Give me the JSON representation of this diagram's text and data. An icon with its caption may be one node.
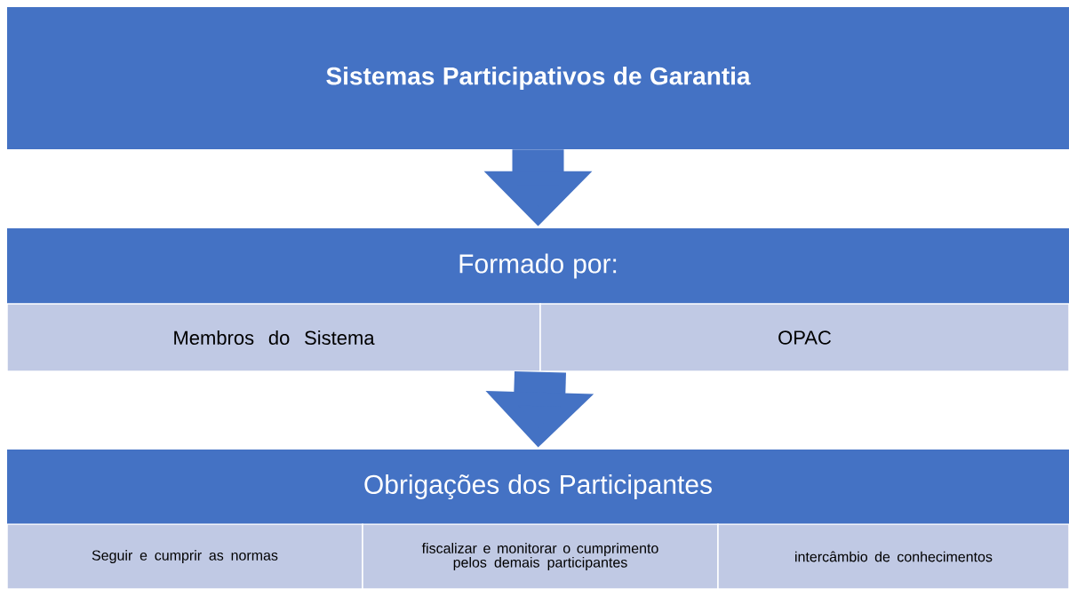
{
  "diagram": {
    "nodes": [
      {
        "text": [
          "Sistemas Participativos de Garantia"
        ]
      },
      {
        "text": [
          "Formado por:"
        ]
      },
      {
        "text": [
          "Membros do Sistema"
        ]
      },
      {
        "text": [
          "OPAC"
        ]
      },
      {
        "text": [
          "Obrigações dos Participantes"
        ]
      },
      {
        "text": [
          "Seguir e cumprir as normas"
        ]
      },
      {
        "text": [
          "fiscalizar e monitorar o cumprimento pelos demais participantes"
        ]
      },
      {
        "text": [
          "intercâmbio de conhecimentos"
        ]
      }
    ],
    "edges": [
      {
        "from": 0,
        "to": 1,
        "arrow": "to"
      },
      {
        "from": 2,
        "to": 4,
        "arrow": "to"
      },
      {
        "from": 3,
        "to": 4,
        "arrow": "to"
      }
    ]
  }
}
